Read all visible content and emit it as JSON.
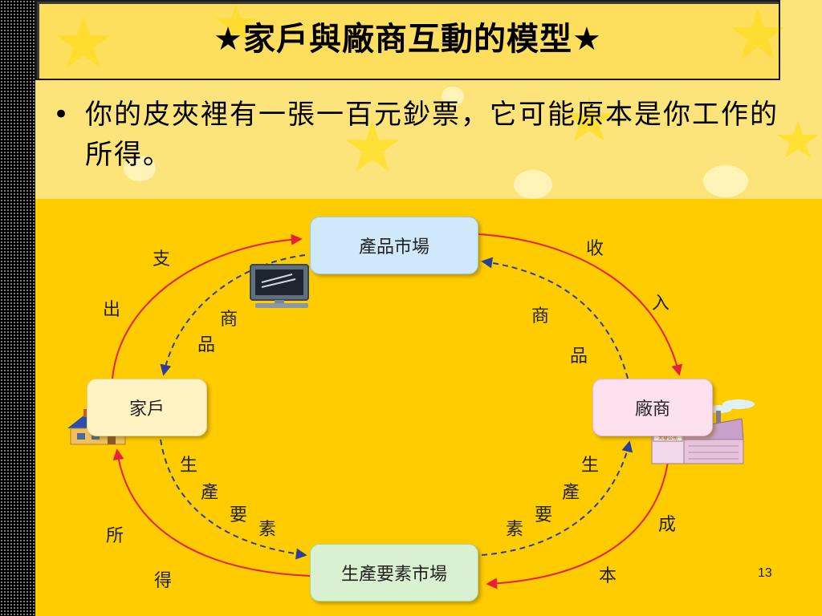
{
  "title": "★家戶與廠商互動的模型★",
  "bullet": {
    "marker": "•",
    "text": "你的皮夾裡有一張一百元鈔票，它可能原本是你工作的所得。"
  },
  "diagram": {
    "nodes": {
      "product_market": "產品市場",
      "household": "家戶",
      "firm": "廠商",
      "factor_market": "生產要素市場"
    },
    "labels": {
      "expenditure": [
        "支",
        "出"
      ],
      "revenue": [
        "收",
        "入"
      ],
      "goods_left": [
        "商",
        "品"
      ],
      "goods_right": [
        "商",
        "品"
      ],
      "factors_left": [
        "生",
        "產",
        "要",
        "素"
      ],
      "factors_right": [
        "生",
        "產",
        "要",
        "素"
      ],
      "income": [
        "所",
        "得"
      ],
      "cost": [
        "成",
        "本"
      ]
    },
    "factory_sign": "大發公司"
  },
  "page_number": "13",
  "colors": {
    "background": "#ffcc00",
    "money_flow": "#e8203a",
    "goods_flow": "#2a3f9a"
  }
}
